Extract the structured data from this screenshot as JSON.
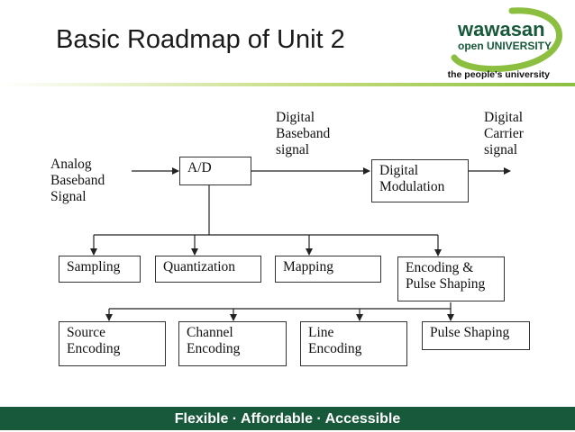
{
  "slide": {
    "title": "Basic Roadmap of Unit 2",
    "logo": {
      "top": "wawasan",
      "bottom": "open UNIVERSITY",
      "tagline": "the people's university"
    },
    "footer": "Flexible · Affordable · Accessible"
  },
  "diagram": {
    "labels": {
      "input": [
        "Analog",
        "Baseband",
        "Signal"
      ],
      "digital_baseband": [
        "Digital",
        "Baseband",
        "signal"
      ],
      "digital_carrier": [
        "Digital",
        "Carrier",
        "signal"
      ]
    },
    "nodes": {
      "ad": [
        "A/D"
      ],
      "modulation": [
        "Digital",
        "Modulation"
      ],
      "sampling": [
        "Sampling"
      ],
      "quantization": [
        "Quantization"
      ],
      "mapping": [
        "Mapping"
      ],
      "encoding_pulse": [
        "Encoding &",
        "Pulse Shaping"
      ],
      "source_encoding": [
        "Source",
        "Encoding"
      ],
      "channel_encoding": [
        "Channel",
        "Encoding"
      ],
      "line_encoding": [
        "Line",
        "Encoding"
      ],
      "pulse_shaping": [
        "Pulse Shaping"
      ]
    }
  }
}
